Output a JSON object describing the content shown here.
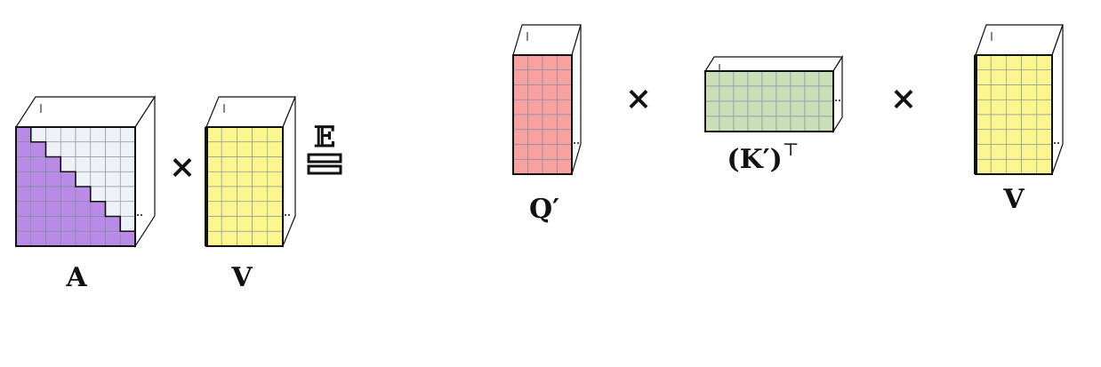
{
  "diagram": {
    "left": {
      "matrix_a": {
        "label": "A",
        "fill": "#b98ae6",
        "light_fill": "#eef2f7",
        "rows": 8,
        "cols": 8
      },
      "operator": "×",
      "matrix_v": {
        "label": "V",
        "fill": "#fbf58e",
        "rows": 8,
        "cols": 5
      },
      "equals_label": "𝔼"
    },
    "right": {
      "matrix_q": {
        "label": "Q′",
        "fill": "#f7a1a1",
        "rows": 8,
        "cols": 4
      },
      "operator_1": "×",
      "matrix_k": {
        "label": "(K′)",
        "superscript": "⊤",
        "fill": "#c8dfb8",
        "rows": 4,
        "cols": 9
      },
      "operator_2": "×",
      "matrix_v": {
        "label": "V",
        "fill": "#fbf58e",
        "rows": 8,
        "cols": 5
      }
    },
    "colors": {
      "grid": "#7f8a99",
      "outline": "#111111"
    }
  }
}
